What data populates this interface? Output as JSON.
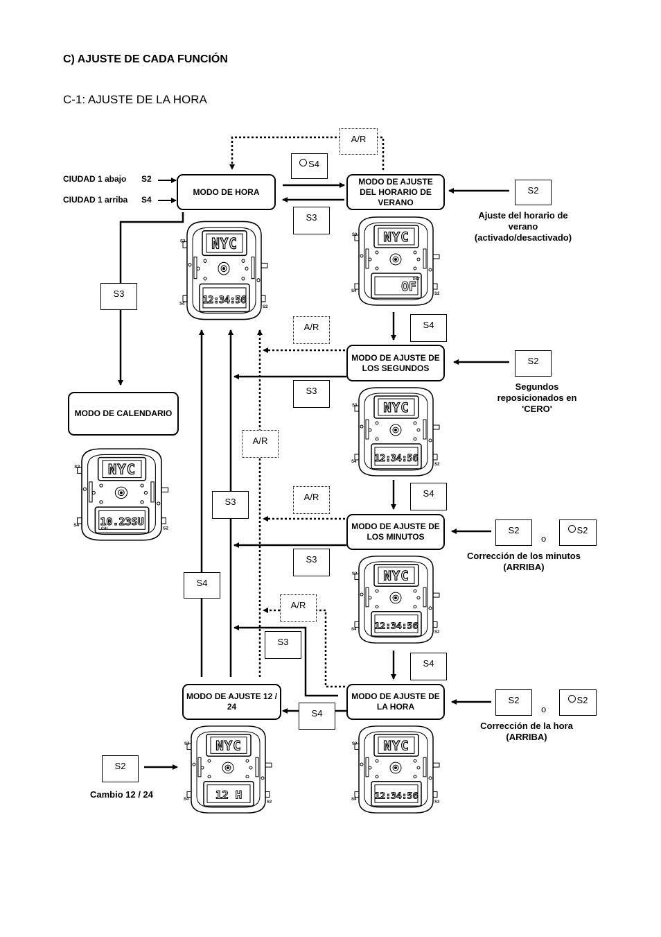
{
  "heading": "C) AJUSTE DE CADA FUNCIÓN",
  "subheading": "C-1: AJUSTE DE LA HORA",
  "modes": {
    "hora": "MODO DE HORA",
    "verano": "MODO DE AJUSTE DEL HORARIO DE VERANO",
    "segundos": "MODO DE AJUSTE DE LOS SEGUNDOS",
    "calendario": "MODO DE CALENDARIO",
    "minutos": "MODO DE AJUSTE DE LOS MINUTOS",
    "ajuste_hora": "MODO DE AJUSTE DE LA HORA",
    "ajuste_1224": "MODO DE AJUSTE 12 / 24"
  },
  "buttons": {
    "s2": "S2",
    "s3": "S3",
    "s4": "S4",
    "ar": "A/R",
    "o": "o"
  },
  "side_labels": {
    "ciudad_abajo": "CIUDAD 1 abajo",
    "ciudad_arriba": "CIUDAD 1 arriba"
  },
  "notes": {
    "verano": "Ajuste del horario de verano (activado/desactivado)",
    "segundos": "Segundos reposicionados en 'CERO'",
    "minutos": "Corrección de los minutos (ARRIBA)",
    "hora": "Corrección de la hora (ARRIBA)",
    "cambio": "Cambio 12 / 24"
  },
  "displays": {
    "city": "NYC",
    "time": "12:34:56",
    "dst": "OF",
    "dst_tag": "DST",
    "cal": "10.23SU",
    "cal_tag": "CAL",
    "h12": "12 H"
  },
  "watch_button_labels": {
    "top_left": "S3",
    "bottom_left": "S4",
    "bottom_right": "S2"
  }
}
